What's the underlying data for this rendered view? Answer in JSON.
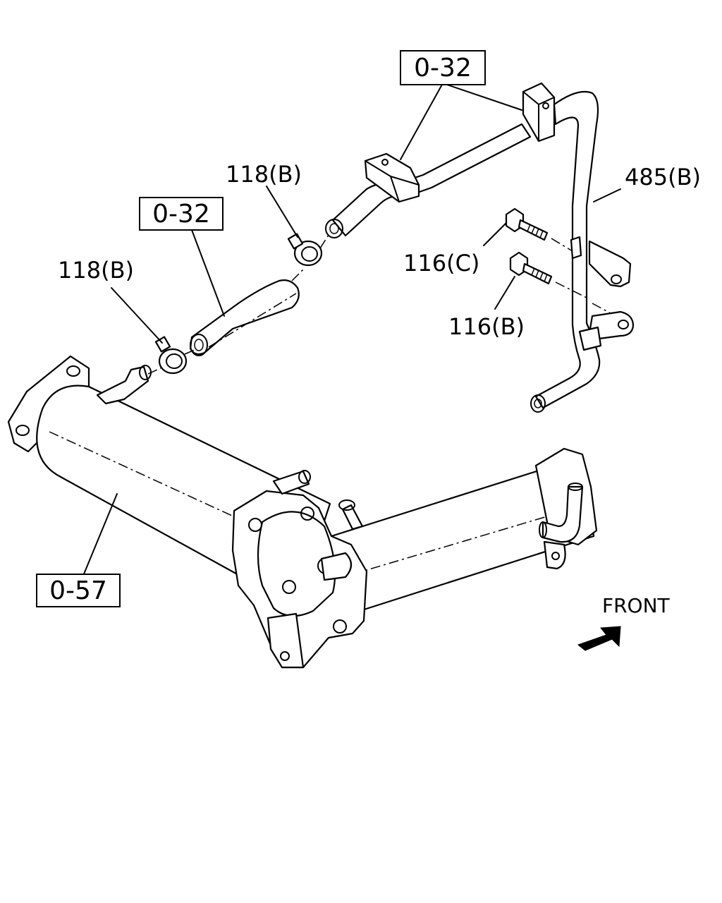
{
  "labels": {
    "ref_032_top": "0-32",
    "ref_032_left": "0-32",
    "ref_057": "0-57",
    "part_118b_upper": "118(B)",
    "part_118b_lower": "118(B)",
    "part_485b": "485(B)",
    "part_116c": "116(C)",
    "part_116b": "116(B)",
    "front": "FRONT"
  },
  "colors": {
    "line": "#000000",
    "background": "#ffffff"
  },
  "icons": {
    "front_arrow": "front-arrow-icon"
  }
}
